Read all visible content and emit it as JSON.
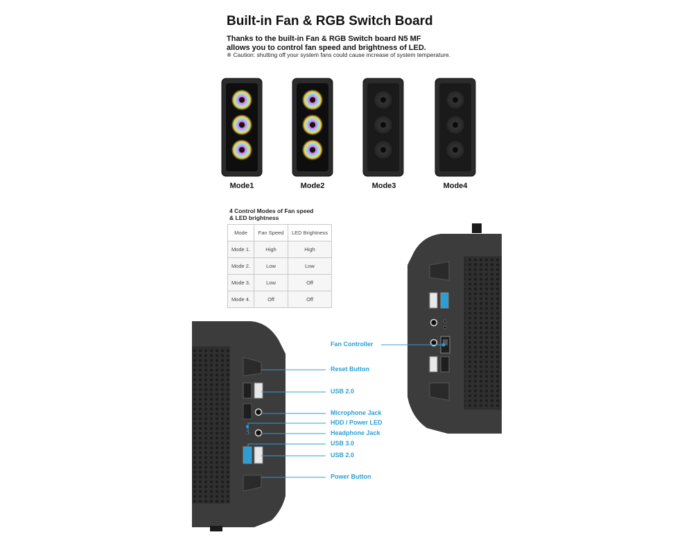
{
  "title": "Built-in Fan & RGB Switch Board",
  "description": {
    "line1": "Thanks to the built-in Fan & RGB Switch board N5 MF",
    "line2": "allows you to control fan speed and brightness of LED.",
    "caution": "※ Caution: shutting off your system fans could cause increase of system temperature."
  },
  "modes": [
    {
      "label": "Mode1",
      "rgb": true
    },
    {
      "label": "Mode2",
      "rgb": true
    },
    {
      "label": "Mode3",
      "rgb": false
    },
    {
      "label": "Mode4",
      "rgb": false
    }
  ],
  "table": {
    "caption_line1": "4 Control Modes of Fan speed",
    "caption_line2": "& LED brightness",
    "headers": [
      "Mode",
      "Fan Speed",
      "LED Brightness"
    ],
    "rows": [
      [
        "Mode 1.",
        "High",
        "High"
      ],
      [
        "Mode 2.",
        "Low",
        "Low"
      ],
      [
        "Mode 3.",
        "Low",
        "Off"
      ],
      [
        "Mode 4.",
        "Off",
        "Off"
      ]
    ]
  },
  "callouts": {
    "fan_controller": "Fan Controller",
    "reset_button": "Reset Button",
    "usb20_a": "USB 2.0",
    "microphone_jack": "Microphone Jack",
    "hdd_power_led": "HDD / Power LED",
    "headphone_jack": "Headphone Jack",
    "usb30": "USB 3.0",
    "usb20_b": "USB 2.0",
    "power_button": "Power Button"
  },
  "colors": {
    "accent": "#2a9fd6",
    "case_body": "#3a3a3a",
    "mesh": "#2a2a2a"
  }
}
